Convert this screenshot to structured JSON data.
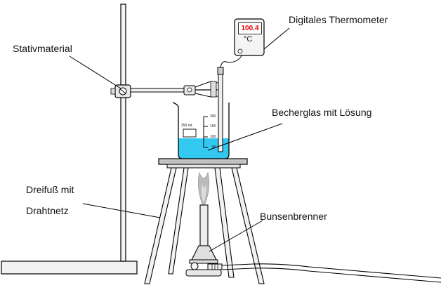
{
  "labels": {
    "stand": "Stativmaterial",
    "thermometer": "Digitales Thermometer",
    "beaker": "Becherglas mit Lösung",
    "tripod_line1": "Dreifuß mit",
    "tripod_line2": "Drahtnetz",
    "burner": "Bunsenbrenner"
  },
  "thermometer": {
    "reading": "100.4",
    "unit": "°C"
  },
  "beaker": {
    "volume_label": "250 mL",
    "scale": [
      "200",
      "150",
      "100",
      "50"
    ]
  },
  "colors": {
    "liquid": "#33c8f0",
    "flame": "#bbbbbb",
    "display_text": "#e00000",
    "line": "#000000"
  }
}
